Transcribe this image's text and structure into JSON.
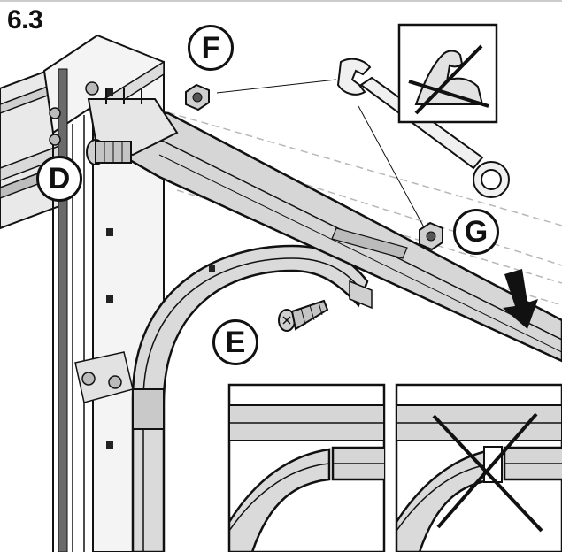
{
  "step": {
    "number": "6.3"
  },
  "callouts": {
    "F": "F",
    "D": "D",
    "G": "G",
    "E": "E"
  },
  "icons": {
    "no_force": "crossed-out-flexed-arm-icon",
    "wrench": "combination-wrench-icon",
    "press_direction": "down-arrow-icon"
  },
  "insets": {
    "correct": "detail-correct-alignment",
    "incorrect": "detail-incorrect-alignment-crossed"
  },
  "colors": {
    "line": "#111111",
    "rail": "#d6d6d6",
    "rail_light": "#ebebeb",
    "ghost_rail": "#c8c8c8",
    "background": "#ffffff"
  }
}
